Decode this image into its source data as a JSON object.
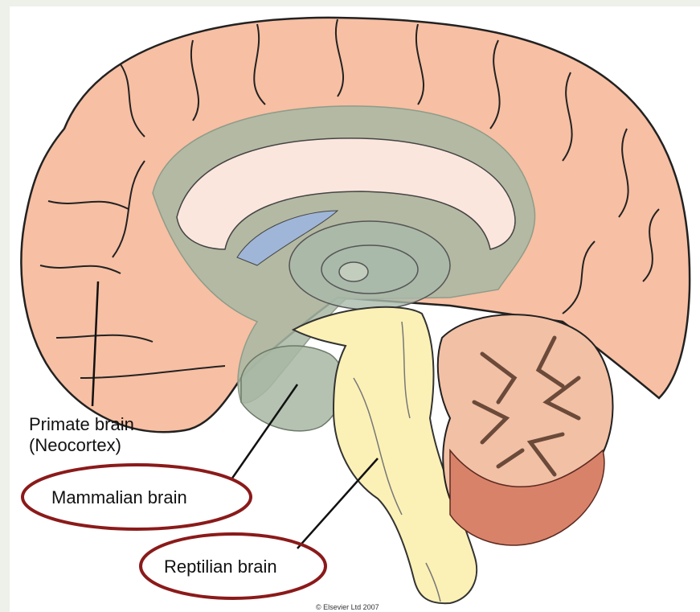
{
  "labels": {
    "primate_line1": "Primate brain",
    "primate_line2": "(Neocortex)",
    "mammalian": "Mammalian brain",
    "reptilian": "Reptilian brain"
  },
  "copyright": "© Elsevier Ltd 2007",
  "colors": {
    "cortex": "#f7bfa3",
    "limbic": "#a8b7a3",
    "corpus_callosum": "#fbe6de",
    "ventricle": "#9fb6d8",
    "brainstem": "#fbf1b6",
    "cerebellum": "#d9826a",
    "highlight_ring": "#8b1a1a"
  }
}
